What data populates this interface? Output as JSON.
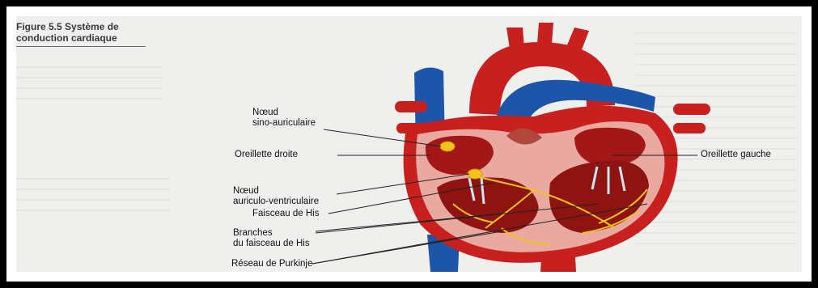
{
  "figure": {
    "caption_line1": "Figure 5.5 Système de",
    "caption_line2": "conduction cardiaque"
  },
  "labels": {
    "sa_node_line1": "Nœud",
    "sa_node_line2": "sino-auriculaire",
    "right_atrium": "Oreillette droite",
    "av_node_line1": "Nœud",
    "av_node_line2": "auriculo-ventriculaire",
    "bundle_of_his": "Faisceau de His",
    "branches_line1": "Branches",
    "branches_line2": "du faisceau de His",
    "purkinje": "Réseau de Purkinje",
    "left_atrium": "Oreillette gauche"
  },
  "colors": {
    "border": "#000000",
    "paper": "#efefee",
    "heart_red": "#c8201e",
    "heart_dark": "#8e1412",
    "vein_blue": "#1d56a8",
    "muscle_pink": "#e9a9a0",
    "conduction_yellow": "#f3c21b"
  }
}
